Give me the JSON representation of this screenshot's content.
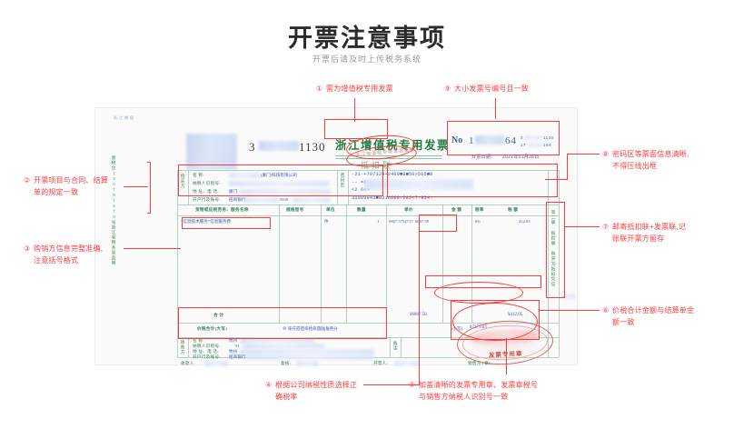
{
  "header": {
    "title": "开票注意事项",
    "subtitle": "开票后请及时上传税务系统"
  },
  "annotations": [
    {
      "id": "1",
      "marker": "①",
      "lines": [
        "需为增值税专用发票"
      ]
    },
    {
      "id": "2",
      "marker": "②",
      "lines": [
        "开票项目与合同、结算",
        "单的规定一致"
      ]
    },
    {
      "id": "3",
      "marker": "③",
      "lines": [
        "购销方信息完整准确,",
        "注意括号格式"
      ]
    },
    {
      "id": "4",
      "marker": "④",
      "lines": [
        "根据公司纳税性质选择正",
        "确税率"
      ]
    },
    {
      "id": "5",
      "marker": "⑤",
      "lines": [
        "加盖清晰的发票专用章、发票章税号",
        "与销售方纳税人识别号一致"
      ]
    },
    {
      "id": "6",
      "marker": "⑥",
      "lines": [
        "价税合计金额与结算单金",
        "额一致"
      ]
    },
    {
      "id": "7",
      "marker": "⑦",
      "lines": [
        "邮寄抵扣联+发票联,记",
        "账联开票方留存"
      ]
    },
    {
      "id": "8",
      "marker": "⑧",
      "lines": [
        "密码区等票面信息清晰,",
        "不得压线出框"
      ]
    },
    {
      "id": "9",
      "marker": "⑨",
      "lines": [
        "大小发票号编号且一致"
      ]
    }
  ],
  "invoice": {
    "corner_mark": "浙江增值",
    "machine_number": "3",
    "machine_number_tail": "1130",
    "fapiao_title": "浙江增值税专用发票",
    "seal_ring_text": "浙江增值税专用发票监制",
    "copy_name": "抵扣联",
    "no_label": "No",
    "no_prefix": "1",
    "no_suffix": "64",
    "code_line1_prefix": "3",
    "code_line1_suffix": "1130",
    "code_line2_prefix": "17",
    "code_line2_suffix": "164",
    "date_label": "开票日期:",
    "date_value": "2021年01月28日",
    "left_vertical": "浙税企[2018]670号浙江省税务局监制",
    "right_vertical": "第二联:抵扣联 购买方抵扣凭证",
    "buyer": {
      "side_label": "购买方",
      "rows": [
        {
          "label": "名       称:",
          "value": "(厦门)科技有限公司"
        },
        {
          "label": "纳税人识别号:",
          "value": ""
        },
        {
          "label": "地 址、电 话:",
          "value": "厦门"
        },
        {
          "label": "开户行及账号:",
          "value": "招商银行",
          "tail": "5929"
        }
      ]
    },
    "password_area": {
      "side_label": "密码区",
      "lines": [
        "-21-+797324+2409■8■50>565■8",
        "--                        =6<",
        "<2                        6<>",
        "31009943■0216668-282<7-934-"
      ]
    },
    "table": {
      "headers": [
        "货物或应税劳务、服务名称",
        "规格型号",
        "单位",
        "数量",
        "单价",
        "金  额",
        "税率",
        "税  额"
      ],
      "rows": [
        {
          "name": "*信息技术服务*信息服务费",
          "spec": "",
          "unit": "件",
          "qty": "1",
          "price": "6867.5754717",
          "amount": "6867.58",
          "rate": "6%",
          "tax": "412.05"
        }
      ],
      "total_label": "合        计",
      "total_amount": "¥6867.58",
      "total_tax": "¥412.05",
      "sum_label": "价税合计(大写)",
      "sum_chinese": "⊗ 柒仟贰佰柒拾玖圆陆角叁分",
      "sum_digits_label": "(小写)",
      "sum_digits": "¥7279.63"
    },
    "seller": {
      "side_label": "销售方",
      "rows": [
        {
          "label": "名       称:",
          "value": "杭州"
        },
        {
          "label": "纳税人识别号:",
          "value": "91"
        },
        {
          "label": "地 址、电 话:",
          "value": "杭州"
        },
        {
          "label": "开户行及账号:",
          "value": "招商银行"
        }
      ]
    },
    "remark_label": "备注",
    "invoice_seal_text": "发票专用章",
    "footer": [
      {
        "label": "收款人:",
        "value": ""
      },
      {
        "label": "复核:",
        "value": ""
      },
      {
        "label": "开票人:",
        "value": ""
      },
      {
        "label": "销售方:(章)",
        "value": ""
      }
    ]
  },
  "colors": {
    "accent_red": "#ff3b3b",
    "invoice_green": "#2f7d4f",
    "invoice_blue": "#3858b8"
  }
}
